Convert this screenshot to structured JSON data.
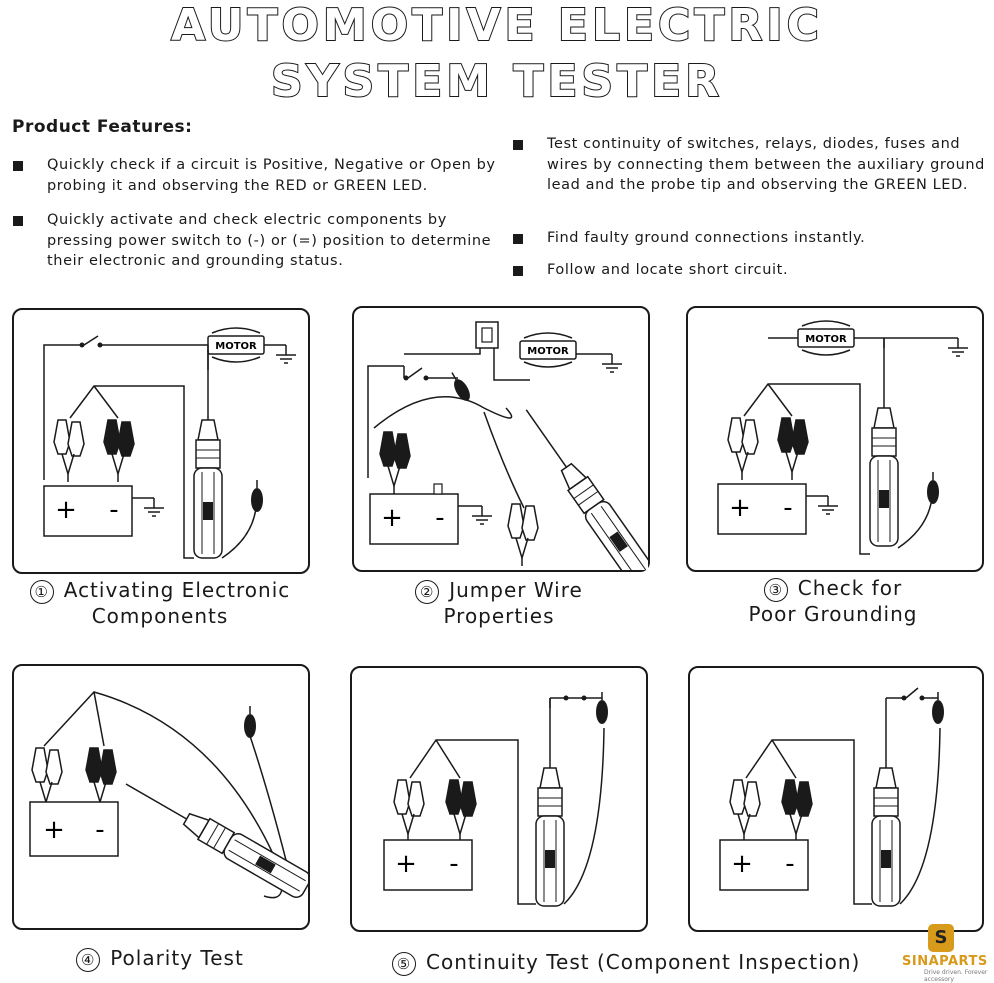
{
  "title": {
    "line1": "AUTOMOTIVE ELECTRIC",
    "line2": "SYSTEM TESTER"
  },
  "features": {
    "heading": "Product Features:",
    "left": [
      "Quickly check if a circuit is Positive, Negative or Open by probing it and observing the RED or GREEN LED.",
      "Quickly activate and check electric components by pressing  power switch to (-) or (=) position to determine their electronic  and grounding status."
    ],
    "right": [
      "Test continuity of switches, relays, diodes, fuses and wires by connecting them between the auxiliary ground lead and the probe tip and observing the GREEN LED.",
      "Find faulty ground connections instantly.",
      "Follow and locate short circuit."
    ]
  },
  "panels": [
    {
      "number": "①",
      "caption_line1": "Activating Electronic",
      "caption_line2": "Components"
    },
    {
      "number": "②",
      "caption_line1": "Jumper Wire",
      "caption_line2": "Properties"
    },
    {
      "number": "③",
      "caption_line1": "Check for",
      "caption_line2": "Poor Grounding"
    },
    {
      "number": "④",
      "caption_line1": "Polarity Test",
      "caption_line2": ""
    },
    {
      "number": "⑤",
      "caption_line1": "Continuity Test (Component Inspection)",
      "caption_line2": ""
    }
  ],
  "diagram_labels": {
    "motor": "MOTOR",
    "plus": "+",
    "minus": "-"
  },
  "logo": {
    "badge": "S",
    "name": "SINAPARTS",
    "tagline": "Drive driven. Forever accessory"
  }
}
